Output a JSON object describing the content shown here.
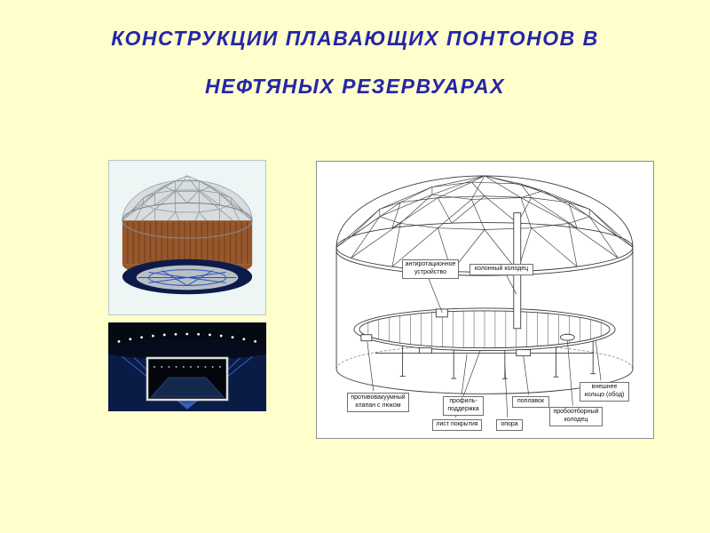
{
  "slide": {
    "title_line1": "КОНСТРУКЦИИ ПЛАВАЮЩИХ ПОНТОНОВ В",
    "title_line2": "НЕФТЯНЫХ РЕЗЕРВУАРАХ"
  },
  "colors": {
    "slide_background": "#FFFFCC",
    "title_text": "#2525A8",
    "tank_wall_brown": "#96572C",
    "pontoon_grid_blue": "#2A52BE",
    "dome_gray": "#D8DCDF",
    "tank_interior_navy": "#0D1B4B"
  },
  "diagram": {
    "labels": [
      {
        "id": "anti-rotation-device",
        "text": "антиротационное\nустройство"
      },
      {
        "id": "column-well",
        "text": "колонный колодец"
      },
      {
        "id": "anti-vacuum-valve",
        "text": "противовакуумный\nклапан с люком"
      },
      {
        "id": "profile-support",
        "text": "профиль-\nподдержка"
      },
      {
        "id": "cover-sheet",
        "text": "лист покрытия"
      },
      {
        "id": "float",
        "text": "поплавок"
      },
      {
        "id": "support",
        "text": "опора"
      },
      {
        "id": "outer-ring",
        "text": "внешнее\nкольцо (обод)"
      },
      {
        "id": "sampling-well",
        "text": "пробоотборный\nколодец"
      }
    ]
  }
}
